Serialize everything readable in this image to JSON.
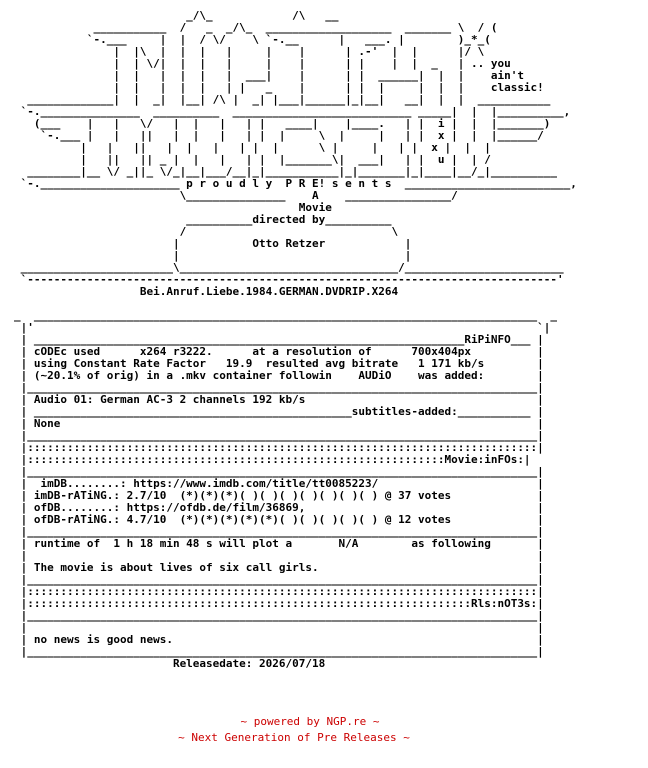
{
  "nfo": {
    "lines": [
      "                          _/\\_            /\\   __",
      "            ___________  /   _  _/\\_  ___________________  _______ \\  / (",
      "           `-.___     |  |  / \\/    \\ `-.__      |   ___. |        )_*_(",
      "               |  |\\  |  |  |   |     |    |      | .-'  |  |      |/ \\",
      "               |  | \\/|  |  |   |     |    |      | |    |  |  _   | .. you",
      "               |  |   |  |  |   |  ___|    |      | |  ______|  |  |    ain't",
      "               |  |   |  |  |   | |   _    |      | |  |     |  |  |    classic!",
      "  _____________|  |  _|  |__| /\\ |  _| |___|______|_|__|   __|  |  |  ___________",
      " `-._______________  __________  ___________________________ _____|  |  |__________,",
      "   (___    |   |   \\/   |  |   |   | |   ____|    |____.   | |  i |  |  |_______)",
      "    `-.___ |   |   ||   |  |   |   | |  |     \\  |     |   | |  x |  |  |______/",
      "          |   |   ||   |  |   |   | |  |      \\ |     |   | |  x |  |  |",
      "          |   ||   || _ |  |   |   | |  |_______\\|  ___|   | |  u |  | /",
      "  ________|__ \\/ _||_ \\/_|__|___/__|_|___________|_|_______|_|____|__/_|__________",
      " `-._____________________ p r o u d l y  P R E! s e n t s  _________________________,",
      "                         \\_______________    A    ________________/",
      "                                           Movie",
      "                          __________directed by__________",
      "                         /                               \\",
      "                        |           Otto Retzer            |",
      "                        |                                  |",
      " _______________________\\_________________________________/________________________",
      " `--------------------------------------------------------------------------------'",
      "                   Bei.Anruf.Liebe.1984.GERMAN.DVDRIP.X264",
      "",
      "_  ____________________________________________________________________________  _",
      " |'                                                                            `|",
      " | _________________________________________________________________RiPiNFO___ |",
      " | cODEc used      x264 r3222.      at a resolution of      700x404px          |",
      " | using Constant Rate Factor   19.9  resulted avg bitrate   1 171 kb/s        |",
      " | (~20.1% of orig) in a .mkv container followin    AUDiO    was added:        |",
      " |_____________________________________________________________________________|",
      " | Audio 01: German AC-3 2 channels 192 kb/s                                   |",
      " | ________________________________________________subtitles-added:___________ |",
      " | None                                                                        |",
      " |_____________________________________________________________________________|",
      " |:::::::::::::::::::::::::::::::::::::::::::::::::::::::::::::::::::::::::::::|",
      " |:::::::::::::::::::::::::::::::::::::::::::::::::::::::::::::::Movie:inFOs:|",
      " |_____________________________________________________________________________|",
      " |  imDB........: https://www.imdb.com/title/tt0085223/                        |",
      " | imDB-rATiNG.: 2.7/10  (*)(*)(*)( )( )( )( )( )( )( ) @ 37 votes             |",
      " | ofDB........: https://ofdb.de/film/36869,                                   |",
      " | ofDB-rATiNG.: 4.7/10  (*)(*)(*)(*)(*)( )( )( )( )( ) @ 12 votes             |",
      " |_____________________________________________________________________________|",
      " | runtime of  1 h 18 min 48 s will plot a       N/A        as following       |",
      " |                                                                             |",
      " | The movie is about lives of six call girls.                                 |",
      " |_____________________________________________________________________________|",
      " |:::::::::::::::::::::::::::::::::::::::::::::::::::::::::::::::::::::::::::::|",
      " |:::::::::::::::::::::::::::::::::::::::::::::::::::::::::::::::::::Rls:nOT3s:|",
      " |_____________________________________________________________________________|",
      " |                                                                             |",
      " | no news is good news.                                                       |",
      " |_____________________________________________________________________________|",
      "                        Releasedate: 2026/07/18"
    ]
  },
  "footer": {
    "powered_by": "~ powered by NGP.re ~",
    "tagline": "~ Next Generation of Pre Releases ~"
  },
  "colors": {
    "text": "#000000",
    "footer": "#cc0000",
    "background": "#ffffff"
  }
}
